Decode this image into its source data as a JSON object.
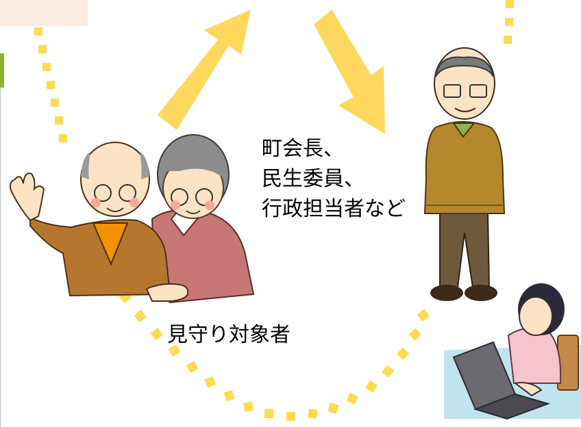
{
  "labels": {
    "officials_line1": "町会長、",
    "officials_line2": "民生委員、",
    "officials_line3": "行政担当者など",
    "watched_persons": "見守り対象者"
  },
  "colors": {
    "arrow_yellow": "#fdd85d",
    "dash_yellow": "#fddb4e",
    "peach": "#fcebe0",
    "green_accent": "#8db22f"
  },
  "icons": [
    "elderly-couple-illustration",
    "elderly-man-illustration",
    "woman-at-laptop-illustration",
    "up-right-arrow",
    "down-right-arrow"
  ]
}
